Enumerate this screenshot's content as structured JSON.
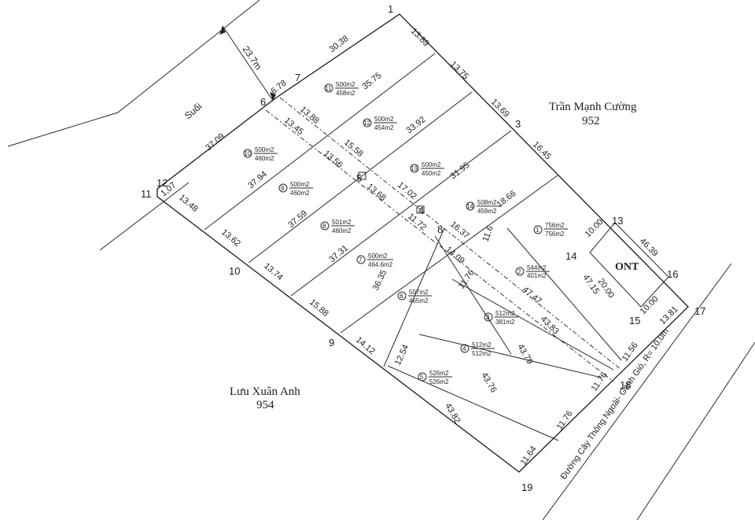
{
  "points": [
    "1",
    "3",
    "4",
    "5",
    "6",
    "7",
    "8",
    "9",
    "10",
    "11",
    "12",
    "13",
    "14",
    "15",
    "16",
    "17",
    "18",
    "19"
  ],
  "owners": {
    "north_name": "Trần Mạnh Cường",
    "north_number": "952",
    "south_name": "Lưu Xuân Anh",
    "south_number": "954"
  },
  "stream_label": "Suối",
  "stream_distance": "23.7m",
  "road_label": "Đường Cây Thông Ngoài- Gành Gió, R= 10.0m",
  "ont_label": "ONT",
  "lots": [
    {
      "num": "1",
      "area_a": "756m2",
      "area_b": "756m2"
    },
    {
      "num": "2",
      "area_a": "544m2",
      "area_b": "401m2"
    },
    {
      "num": "3",
      "area_a": "512m2",
      "area_b": "381m2"
    },
    {
      "num": "4",
      "area_a": "512m2",
      "area_b": "512m2"
    },
    {
      "num": "5",
      "area_a": "526m2",
      "area_b": "526m2"
    },
    {
      "num": "6",
      "area_a": "507m2",
      "area_b": "465m2"
    },
    {
      "num": "7",
      "area_a": "500m2",
      "area_b": "464.6m2"
    },
    {
      "num": "8",
      "area_a": "501m2",
      "area_b": "460m2"
    },
    {
      "num": "9",
      "area_a": "500m2",
      "area_b": "460m2"
    },
    {
      "num": "10",
      "area_a": "500m2",
      "area_b": "460m2"
    },
    {
      "num": "11",
      "area_a": "500m2",
      "area_b": "458m2"
    },
    {
      "num": "12",
      "area_a": "500m2",
      "area_b": "454m2"
    },
    {
      "num": "13",
      "area_a": "500m2",
      "area_b": "450m2"
    },
    {
      "num": "14",
      "area_a": "508m2",
      "area_b": "459m2"
    }
  ],
  "dims": [
    "13.89",
    "13.75",
    "13.69",
    "16.45",
    "46.39",
    "30,38",
    "35.75",
    "33.92",
    "31.95",
    "18.66",
    "10.00",
    "20.00",
    "10.00",
    "13.81",
    "6.78",
    "13.88",
    "13.45",
    "15.58",
    "13.56",
    "17.02",
    "13.68",
    "16.37",
    "11.72",
    "14.09",
    "11.6",
    "47.47",
    "47.15",
    "43.83",
    "11.56",
    "11.76",
    "11.76",
    "43.79",
    "43.76",
    "11.76",
    "43.82",
    "11.64",
    "37.09",
    "37.94",
    "37.59",
    "37.31",
    "36.35",
    "12.54",
    "14.12",
    "15.88",
    "13.74",
    "13.62",
    "13.48",
    "1,07"
  ]
}
